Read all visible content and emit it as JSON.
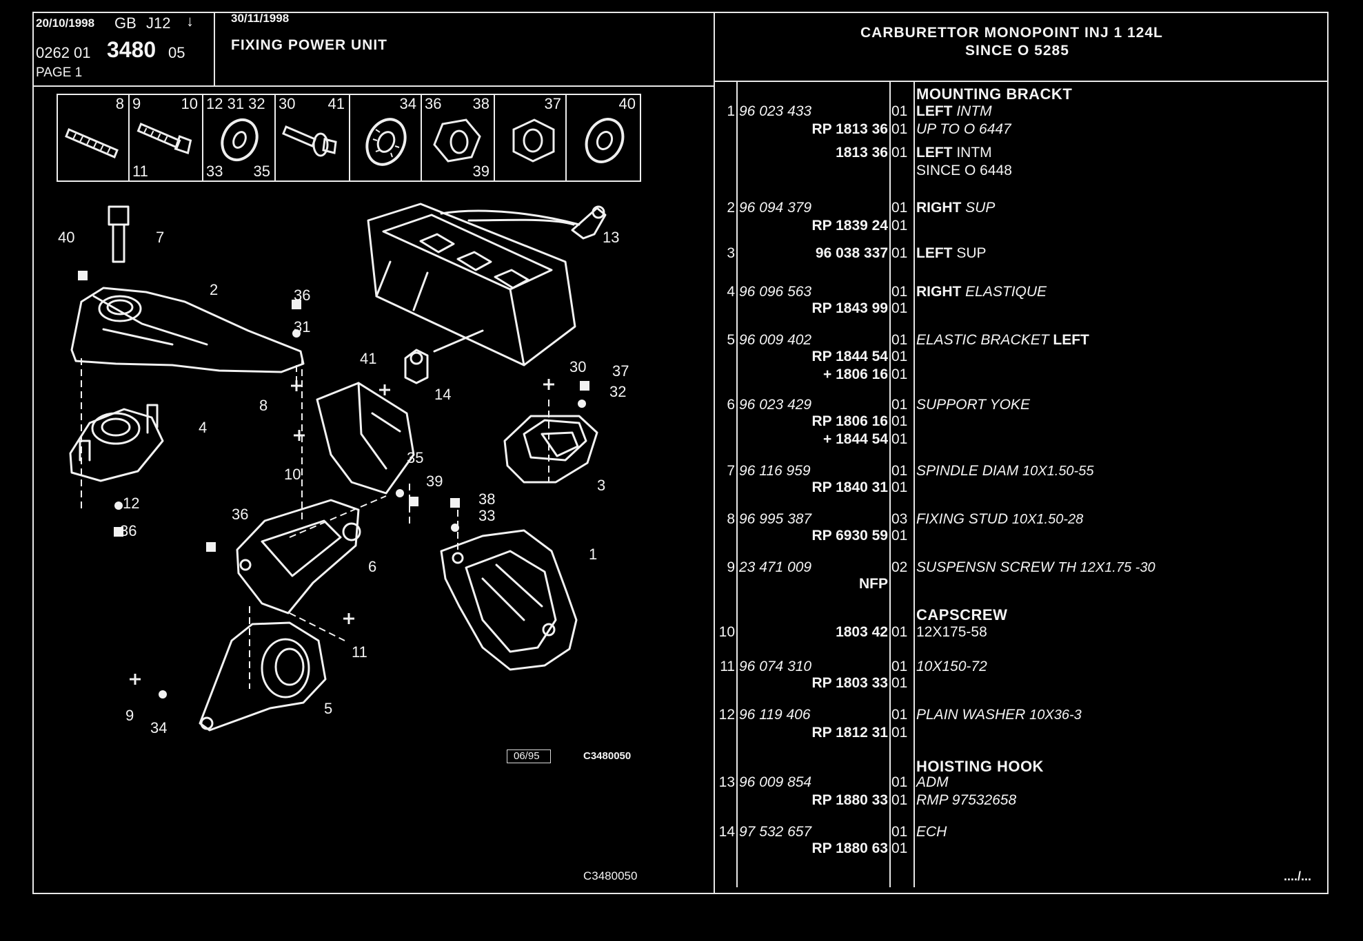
{
  "header": {
    "date": "20/10/1998",
    "region": "GB",
    "code": "J12",
    "arrow": "↓",
    "ref_prefix": "0262  01",
    "ref_main": "3480",
    "ref_suffix": "05",
    "page": "PAGE  1",
    "date2": "30/11/1998",
    "section_title": "FIXING POWER UNIT",
    "model_line1": "CARBURETTOR MONOPOINT INJ 1 124L",
    "model_line2": "SINCE  O   5285"
  },
  "fastener_strip": {
    "cells": [
      {
        "top_right": "8",
        "bottom_left": "",
        "bottom_right": ""
      },
      {
        "top_left": "9",
        "top_right": "10",
        "bottom_left": "11"
      },
      {
        "top_left": "12  31 32",
        "bottom_left": "33",
        "bottom_right": "35"
      },
      {
        "top_left": "30",
        "top_right": "41"
      },
      {
        "top_right": "34"
      },
      {
        "top_left": "36",
        "top_right": "38",
        "bottom_right": "39"
      },
      {
        "top_right": "37"
      },
      {
        "top_right": "40"
      }
    ]
  },
  "diagram": {
    "callouts": [
      "40",
      "7",
      "2",
      "36",
      "31",
      "4",
      "8",
      "12",
      "36",
      "41",
      "14",
      "30",
      "37",
      "32",
      "10",
      "35",
      "39",
      "38",
      "3",
      "33",
      "36",
      "6",
      "1",
      "11",
      "9",
      "34",
      "5",
      "13"
    ],
    "stamp_date": "06/95",
    "stamp_ref": "C3480050",
    "footer_ref": "C3480050"
  },
  "parts": [
    {
      "section": "MOUNTING BRACKT"
    },
    {
      "idx": "1",
      "ref": "96 023 433",
      "qty": "01",
      "desc_b": "LEFT",
      "desc_i": "INTM"
    },
    {
      "idx": "",
      "ref_rp": "RP  1813 36",
      "qty": "01",
      "desc_i": "UP TO O 6447"
    },
    {
      "idx": "",
      "ref_rp": "1813 36",
      "qty": "01",
      "desc_b": "LEFT",
      "desc": "INTM"
    },
    {
      "idx": "",
      "qty": "",
      "desc": "SINCE  O  6448"
    },
    {
      "idx": "2",
      "ref": "96 094 379",
      "qty": "01",
      "desc_b": "RIGHT",
      "desc_i": "SUP"
    },
    {
      "idx": "",
      "ref_rp": "RP  1839 24",
      "qty": "01"
    },
    {
      "idx": "3",
      "ref_rp": "96 038 337",
      "qty": "01",
      "desc_b": "LEFT",
      "desc": "SUP"
    },
    {
      "idx": "4",
      "ref": "96 096 563",
      "qty": "01",
      "desc_b": "RIGHT",
      "desc_i": "ELASTIQUE"
    },
    {
      "idx": "",
      "ref_rp": "RP  1843 99",
      "qty": "01"
    },
    {
      "idx": "5",
      "ref": "96 009 402",
      "qty": "01",
      "desc_i": "ELASTIC BRACKET",
      "desc_b2": "LEFT"
    },
    {
      "idx": "",
      "ref_rp": "RP  1844 54",
      "qty": "01"
    },
    {
      "idx": "",
      "ref_rp": "+  1806 16",
      "qty": "01"
    },
    {
      "idx": "6",
      "ref": "96 023 429",
      "qty": "01",
      "desc_i": "SUPPORT YOKE"
    },
    {
      "idx": "",
      "ref_rp": "RP  1806 16",
      "qty": "01"
    },
    {
      "idx": "",
      "ref_rp": "+  1844 54",
      "qty": "01"
    },
    {
      "idx": "7",
      "ref": "96 116 959",
      "qty": "01",
      "desc_i": "SPINDLE DIAM",
      "desc_s": "10X1.50-55"
    },
    {
      "idx": "",
      "ref_rp": "RP  1840 31",
      "qty": "01"
    },
    {
      "idx": "8",
      "ref": "96 995 387",
      "qty": "03",
      "desc_i": "FIXING STUD",
      "desc_s": "10X1.50-28"
    },
    {
      "idx": "",
      "ref_rp": "RP  6930 59",
      "qty": "01"
    },
    {
      "idx": "9",
      "ref": "23 471 009",
      "qty": "02",
      "desc_i": "SUSPENSN SCREW",
      "desc_s": "TH 12X1.75 -30"
    },
    {
      "idx": "",
      "ref_rp": "NFP",
      "qty": ""
    },
    {
      "section": "CAPSCREW"
    },
    {
      "idx": "10",
      "ref_rp": "1803 42",
      "qty": "01",
      "desc": "12X175-58"
    },
    {
      "idx": "11",
      "ref": "96 074 310",
      "qty": "01",
      "desc_i": "10X150-72"
    },
    {
      "idx": "",
      "ref_rp": "RP  1803 33",
      "qty": "01"
    },
    {
      "idx": "12",
      "ref": "96 119 406",
      "qty": "01",
      "desc_i": "PLAIN WASHER",
      "desc_s": "10X36-3"
    },
    {
      "idx": "",
      "ref_rp": "RP  1812 31",
      "qty": "01"
    },
    {
      "section": "HOISTING HOOK"
    },
    {
      "idx": "13",
      "ref": "96 009 854",
      "qty": "01",
      "desc_i": "ADM"
    },
    {
      "idx": "",
      "ref_rp": "RP  1880 33",
      "qty": "01",
      "desc_i": "RMP 97532658"
    },
    {
      "idx": "14",
      "ref": "97 532 657",
      "qty": "01",
      "desc_i": "ECH"
    },
    {
      "idx": "",
      "ref_rp": "RP  1880 63",
      "qty": "01"
    }
  ],
  "footer": {
    "continued": "..../..."
  }
}
